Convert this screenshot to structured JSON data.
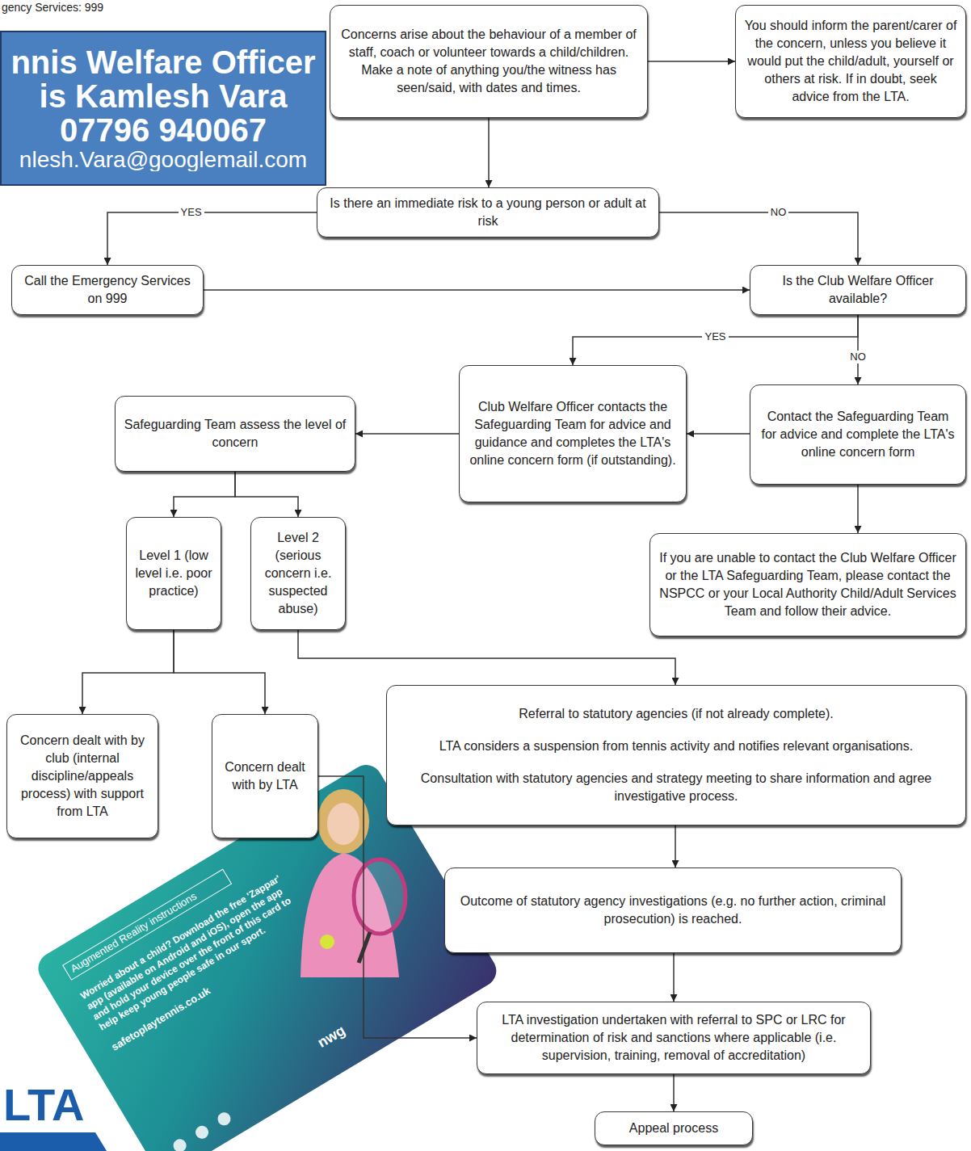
{
  "diagram": {
    "nodes": [
      {
        "text": [
          "nnis Welfare Officer is Kamlesh Vara",
          "07796 940067",
          "nlesh.Vara@googlemail.com"
        ]
      },
      {
        "text": [
          "Concerns arise about the behaviour of a member of staff, coach or volunteer towards a child/children. Make a note of anything you/the witness has seen/said, with dates and times."
        ]
      },
      {
        "text": [
          "You should inform the parent/carer of the concern, unless you believe it would put the child/adult, yourself or others at risk. If in doubt, seek advice from the LTA."
        ]
      },
      {
        "text": [
          "Is there an immediate risk to a young person or adult at risk"
        ]
      },
      {
        "text": [
          "Call the Emergency Services on 999"
        ]
      },
      {
        "text": [
          "Is the Club Welfare Officer available?"
        ]
      },
      {
        "text": [
          "Safeguarding Team assess the level of concern"
        ]
      },
      {
        "text": [
          "Club Welfare Officer contacts the Safeguarding Team for advice and guidance and completes the LTA's online concern form (if outstanding)."
        ]
      },
      {
        "text": [
          "Contact the Safeguarding Team for advice and complete the LTA's online concern form"
        ]
      },
      {
        "text": [
          "Level 1 (low level i.e. poor practice)"
        ]
      },
      {
        "text": [
          "Level 2 (serious concern i.e. suspected abuse)"
        ]
      },
      {
        "text": [
          "If you are unable to contact the Club Welfare Officer or the LTA Safeguarding Team, please contact the NSPCC or your Local Authority Child/Adult Services Team and follow their advice."
        ]
      },
      {
        "text": [
          "Concern dealt with by club (internal discipline/appeals process) with support from LTA"
        ]
      },
      {
        "text": [
          "Concern dealt with by LTA"
        ]
      },
      {
        "text": [
          "Referral to statutory agencies (if not already complete).",
          "LTA considers a suspension from tennis activity and notifies relevant organisations.",
          "Consultation with statutory agencies and strategy meeting to share information and agree investigative process."
        ]
      },
      {
        "text": [
          "Outcome of statutory agency investigations (e.g. no further action, criminal prosecution) is reached."
        ]
      },
      {
        "text": [
          "LTA investigation undertaken with referral to SPC or LRC for determination of risk and sanctions where applicable (i.e. supervision, training, removal of accreditation)"
        ]
      },
      {
        "text": [
          "Appeal process"
        ]
      }
    ],
    "edges": [
      {
        "from": 1,
        "to": 2,
        "arrow": "to"
      },
      {
        "from": 1,
        "to": 3,
        "arrow": "to"
      },
      {
        "from": 3,
        "to": 4,
        "label": "YES",
        "arrow": "to"
      },
      {
        "from": 3,
        "to": 5,
        "label": "NO",
        "arrow": "to"
      },
      {
        "from": 4,
        "to": 5,
        "arrow": "to"
      },
      {
        "from": 5,
        "to": 7,
        "label": "YES",
        "arrow": "to"
      },
      {
        "from": 5,
        "to": 8,
        "label": "NO",
        "arrow": "to"
      },
      {
        "from": 8,
        "to": 7,
        "arrow": "to"
      },
      {
        "from": 8,
        "to": 11,
        "arrow": "to"
      },
      {
        "from": 7,
        "to": 6,
        "arrow": "to"
      },
      {
        "from": 6,
        "to": 9,
        "arrow": "to"
      },
      {
        "from": 6,
        "to": 10,
        "arrow": "to"
      },
      {
        "from": 9,
        "to": 12,
        "arrow": "to"
      },
      {
        "from": 9,
        "to": 13,
        "arrow": "to"
      },
      {
        "from": 10,
        "to": 14,
        "arrow": "to"
      },
      {
        "from": 14,
        "to": 15,
        "arrow": "to"
      },
      {
        "from": 15,
        "to": 16,
        "arrow": "to"
      },
      {
        "from": 13,
        "to": 16,
        "arrow": "to"
      },
      {
        "from": 16,
        "to": 17,
        "arrow": "to"
      }
    ],
    "labels": [
      "gency Services: 999",
      "Augmented Reality instructions",
      "Worried about a child? Download the free 'Zappar' app (available on Android and iOS), open the app and hold your device over the front of this card to help keep young people safe in our sport.",
      "safetoplaytennis.co.uk",
      "nwg",
      "LTA"
    ]
  }
}
